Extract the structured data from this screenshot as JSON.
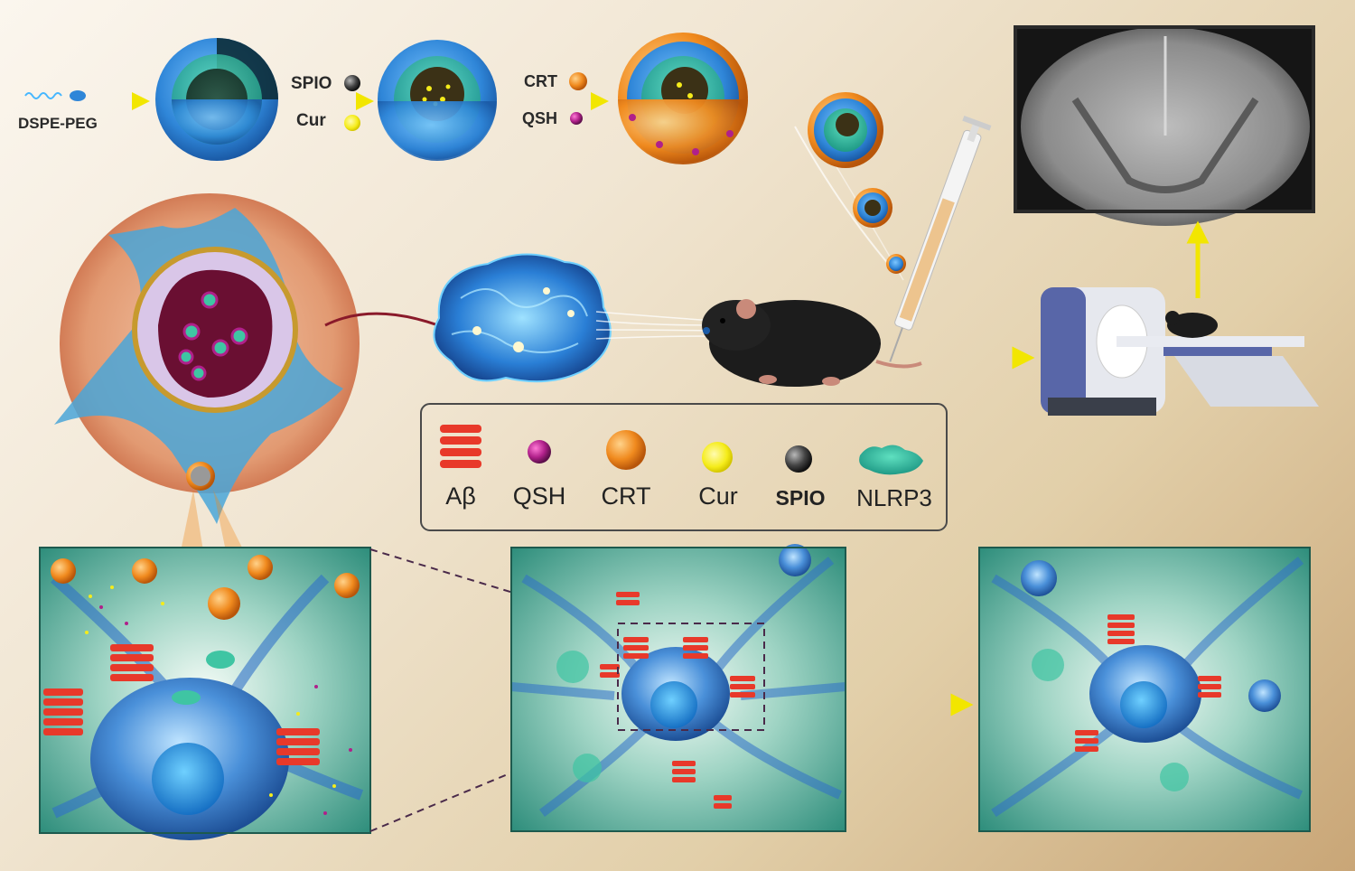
{
  "synthesis": {
    "dspe_peg": "DSPE-PEG",
    "spio": "SPIO",
    "cur": "Cur",
    "crt": "CRT",
    "qsh": "QSH"
  },
  "legend": {
    "items": [
      {
        "label": "Aβ",
        "icon": "abeta-fibril-icon"
      },
      {
        "label": "QSH",
        "icon": "qsh-sphere-icon"
      },
      {
        "label": "CRT",
        "icon": "crt-sphere-icon"
      },
      {
        "label": "Cur",
        "icon": "cur-sphere-icon"
      },
      {
        "label": "SPIO",
        "icon": "spio-sphere-icon"
      },
      {
        "label": "NLRP3",
        "icon": "nlrp3-protein-icon"
      }
    ]
  },
  "colors": {
    "arrow": "#f2e600",
    "abeta": "#e8392a",
    "qsh": "#b0208a",
    "crt": "#f08a1e",
    "cur": "#f5ec1a",
    "spio": "#3a3a3a",
    "nlrp3": "#3fc5a3",
    "shell_blue": "#2f86d8",
    "neuron_blue": "#4a90d9"
  }
}
